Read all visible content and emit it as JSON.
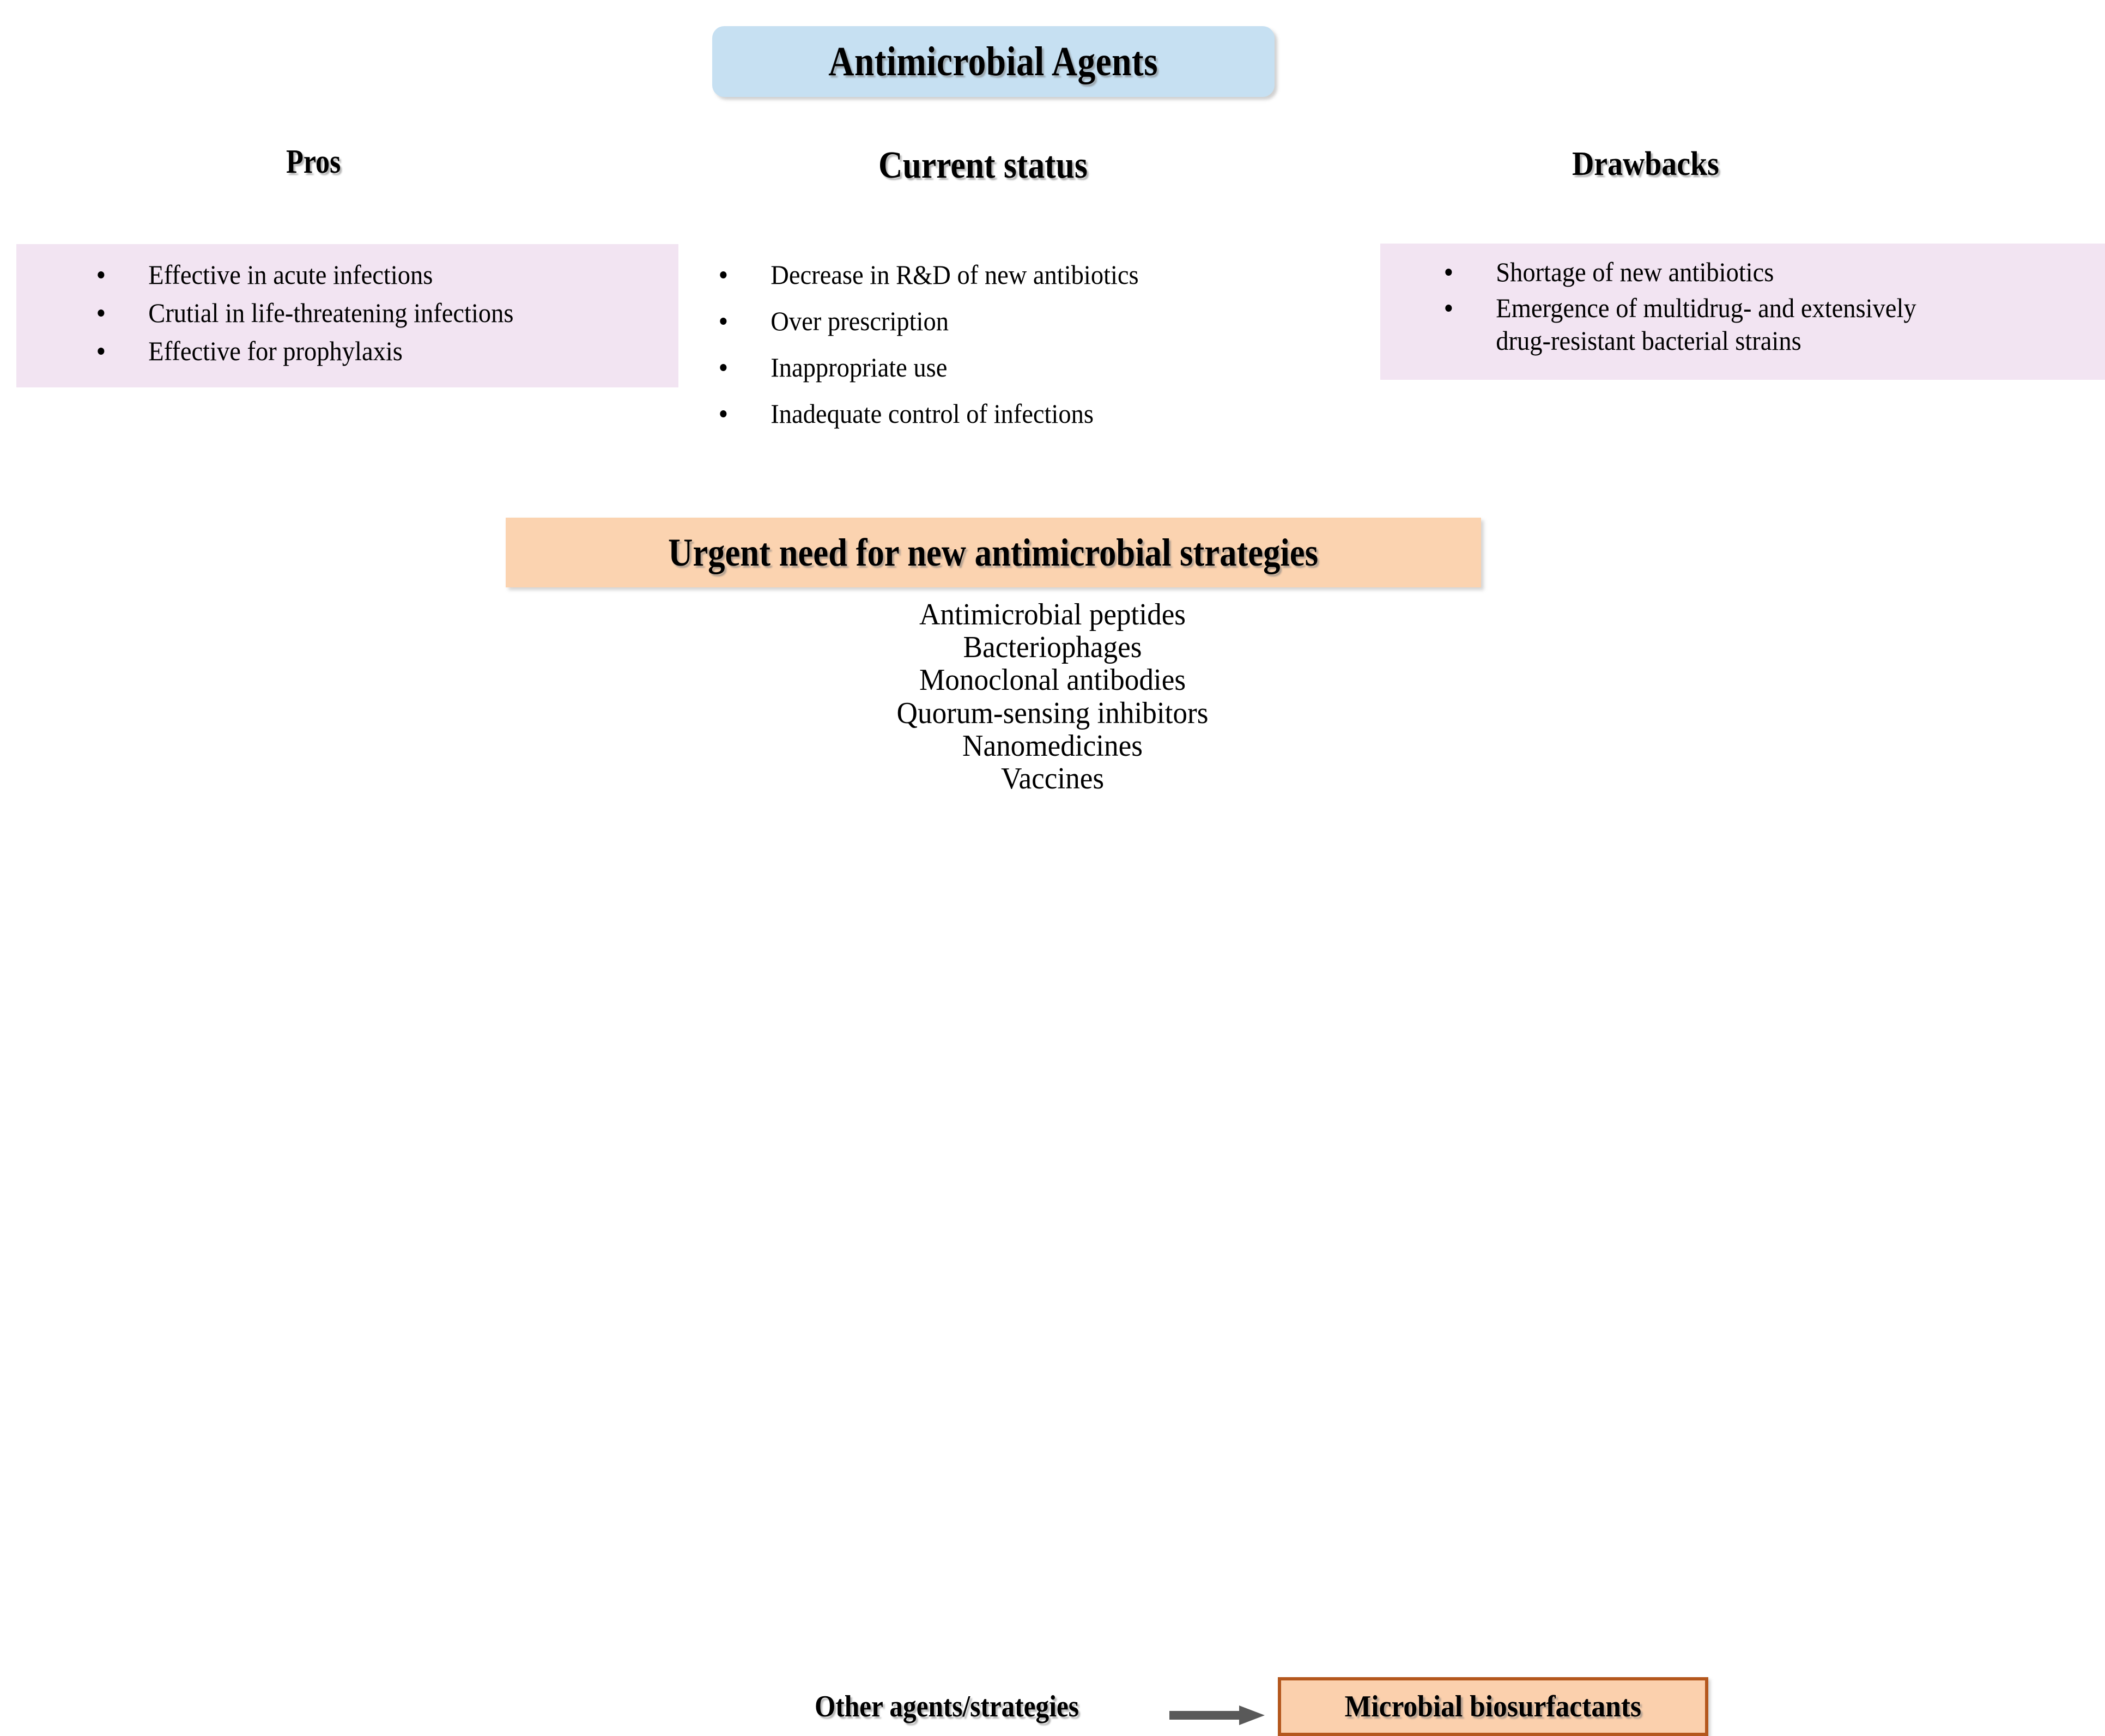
{
  "title": {
    "text": "Antimicrobial Agents",
    "bg_color": "#c6e0f2"
  },
  "columns": {
    "pros": {
      "header": "Pros",
      "bg_color": "#f2e4f2",
      "items": [
        "Effective in acute infections",
        "Crutial in life-threatening infections",
        "Effective for prophylaxis"
      ]
    },
    "current_status": {
      "header": "Current status",
      "bg_color": "#ffffff",
      "items": [
        "Decrease in R&D of new antibiotics",
        "Over prescription",
        "Inappropriate  use",
        "Inadequate control of infections"
      ]
    },
    "drawbacks": {
      "header": "Drawbacks",
      "bg_color": "#f2e4f2",
      "items": [
        "Shortage of new antibiotics",
        "Emergence of multidrug- and extensively\ndrug-resistant bacterial strains"
      ]
    }
  },
  "urgent_banner": {
    "text": "Urgent need for new antimicrobial strategies",
    "bg_color": "#fbd3b0"
  },
  "strategies": [
    "Antimicrobial peptides",
    "Bacteriophages",
    "Monoclonal antibodies",
    "Quorum-sensing inhibitors",
    "Nanomedicines",
    "Vaccines"
  ],
  "highlight": {
    "source_label": "Other agents/strategies",
    "arrow_color": "#595959",
    "target_label": "Microbial biosurfactants",
    "target_bg_color": "#fbd0ad",
    "target_border_color": "#b4571d"
  }
}
